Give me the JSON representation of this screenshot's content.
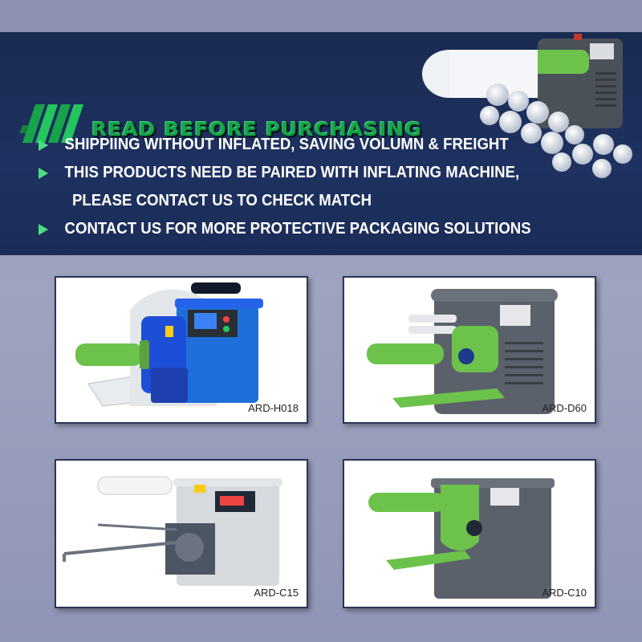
{
  "banner": {
    "title": "READ BEFORE PURCHASING",
    "bullets": [
      "SHIPPIING WITHOUT INFLATED, SAVING VOLUMN & FREIGHT",
      "THIS PRODUCTS NEED BE PAIRED WITH INFLATING MACHINE,",
      "PLEASE CONTACT US TO CHECK MATCH",
      "CONTACT US FOR MORE PROTECTIVE PACKAGING SOLUTIONS"
    ]
  },
  "products": [
    {
      "model": "ARD-H018"
    },
    {
      "model": "ARD-D60"
    },
    {
      "model": "ARD-C15"
    },
    {
      "model": "ARD-C10"
    }
  ],
  "colors": {
    "banner_bg": "#1e3160",
    "accent_green": "#4ade80",
    "machine_blue": "#1e6fd9",
    "machine_gray": "#5b616b",
    "machine_green": "#6cc24a"
  }
}
